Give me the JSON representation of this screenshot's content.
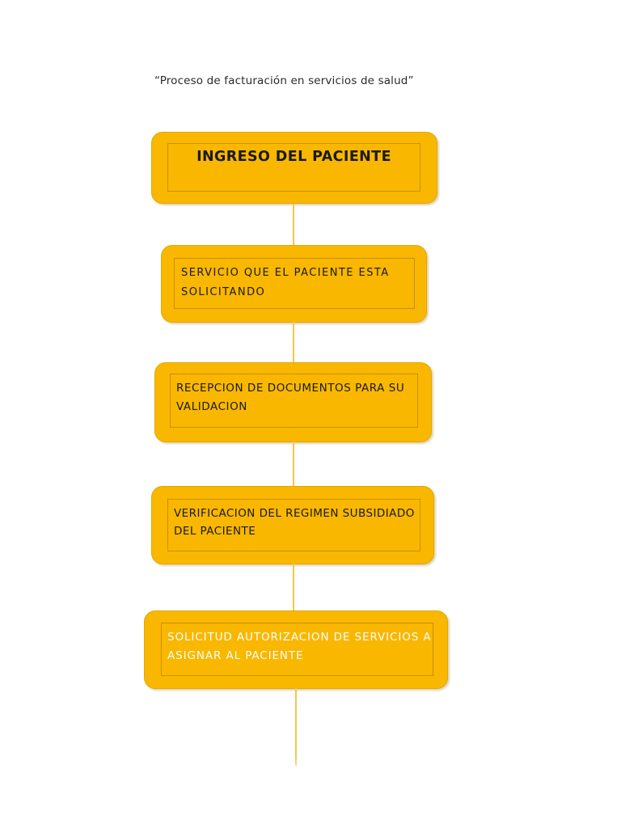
{
  "document": {
    "title": "“Proceso de facturación en servicios de salud”"
  },
  "colors": {
    "box_fill": "#F9B700",
    "box_outer_border": "#E0A900",
    "box_inner_border": "#C8900A",
    "connector": "#F2C84B",
    "text_dark": "#1A1A1A",
    "text_light": "#FDFDFB",
    "page_background": "#FFFFFF"
  },
  "flowchart": {
    "type": "vertical-process-flow",
    "orientation": "top-to-bottom",
    "node_count": 5,
    "connector_count": 5,
    "nodes": [
      {
        "id": "box-1",
        "step": 1,
        "label": "INGRESO DEL PACIENTE",
        "text_align": "center",
        "text_color": "#1A1A1A",
        "bold": true
      },
      {
        "id": "box-2",
        "step": 2,
        "label": "SERVICIO QUE EL PACIENTE ESTA SOLICITANDO",
        "text_align": "left",
        "text_color": "#1A1A1A",
        "bold": false
      },
      {
        "id": "box-3",
        "step": 3,
        "label": "RECEPCION DE DOCUMENTOS PARA SU VALIDACION",
        "text_align": "left",
        "text_color": "#1A1A1A",
        "bold": false
      },
      {
        "id": "box-4",
        "step": 4,
        "label": "VERIFICACION DEL REGIMEN SUBSIDIADO DEL PACIENTE",
        "text_align": "left",
        "text_color": "#1A1A1A",
        "bold": false
      },
      {
        "id": "box-5",
        "step": 5,
        "label": "SOLICITUD AUTORIZACION DE SERVICIOS A ASIGNAR AL PACIENTE",
        "text_align": "left",
        "text_color": "#FDFDFB",
        "bold": false
      }
    ]
  }
}
